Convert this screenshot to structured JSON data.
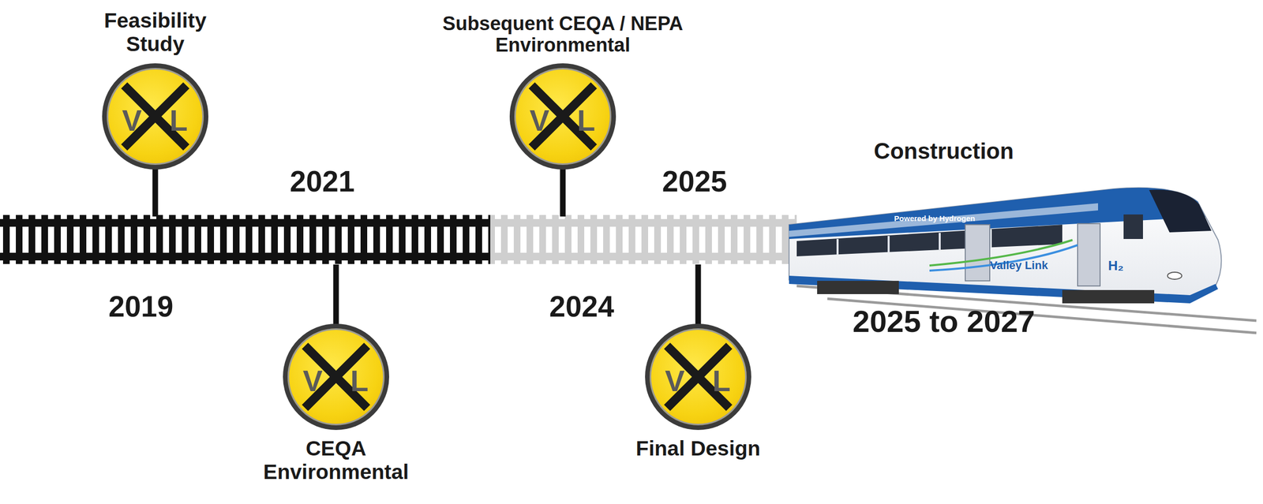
{
  "diagram": {
    "nodes": [
      {
        "text": [
          "Feasibility Study",
          "V",
          "L"
        ]
      },
      {
        "text": [
          "V",
          "L",
          "CEQA Environmental"
        ]
      },
      {
        "text": [
          "Subsequent CEQA / NEPA Environmental",
          "V",
          "L"
        ]
      },
      {
        "text": [
          "V",
          "L",
          "Final Design"
        ]
      }
    ],
    "labels": [
      "2019",
      "2021",
      "2024",
      "2025",
      "Construction",
      "2025 to 2027",
      "Powered by Hydrogen",
      "Valley Link",
      "H₂"
    ]
  }
}
